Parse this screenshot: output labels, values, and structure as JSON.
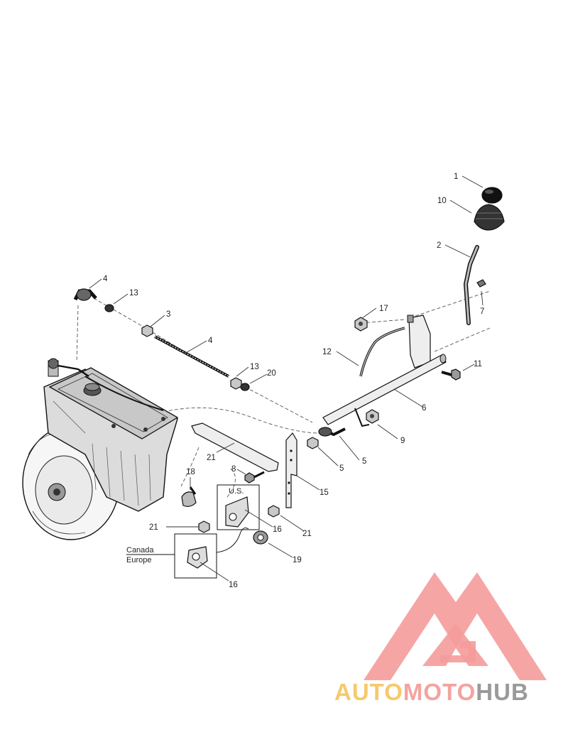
{
  "callouts": [
    "1",
    "10",
    "2",
    "7",
    "17",
    "12",
    "11",
    "6",
    "9",
    "5",
    "4",
    "13",
    "3",
    "4",
    "13",
    "20",
    "21",
    "5",
    "8",
    "18",
    "15",
    "16",
    "21",
    "21",
    "19",
    "16"
  ],
  "regions": {
    "us_label": "U.S.",
    "canada": "Canada",
    "europe": "Europe"
  },
  "brand": {
    "part1": "AUTO",
    "part2": "MOTO",
    "part3": "HUB",
    "colors": {
      "auto": "#f7c96a",
      "moto": "#f4a3a0",
      "hub": "#9a9a9a",
      "logo": "#f59b9b"
    }
  }
}
